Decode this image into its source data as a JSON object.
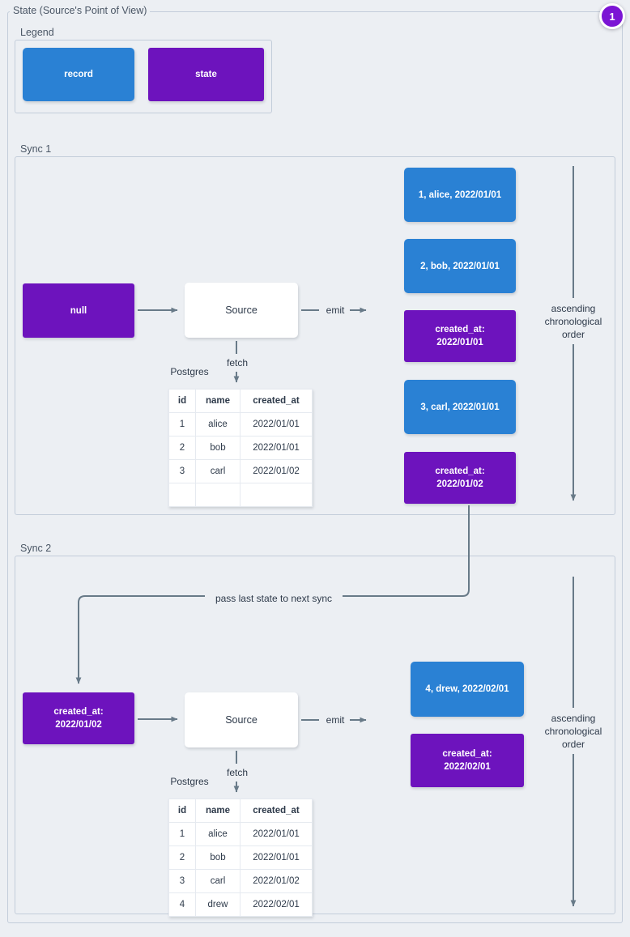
{
  "badge": {
    "label": "1",
    "color": "#7b14d4"
  },
  "colors": {
    "record": "#2a81d4",
    "state": "#6d13bd",
    "background": "#eceff3",
    "frame_border": "#c3cdda",
    "edge": "#687a88",
    "text": "#2e3a4a"
  },
  "root": {
    "title": "State (Source's Point of View)"
  },
  "legend": {
    "title": "Legend",
    "items": [
      {
        "label": "record",
        "kind": "record"
      },
      {
        "label": "state",
        "kind": "state"
      }
    ]
  },
  "sync1": {
    "title": "Sync 1",
    "state_in": "null",
    "source": "Source",
    "emit_label": "emit",
    "fetch_label": "fetch",
    "db_label": "Postgres",
    "order_label": "ascending\nchronological\norder",
    "table": {
      "headers": [
        "id",
        "name",
        "created_at"
      ],
      "rows": [
        [
          "1",
          "alice",
          "2022/01/01"
        ],
        [
          "2",
          "bob",
          "2022/01/01"
        ],
        [
          "3",
          "carl",
          "2022/01/02"
        ],
        [
          "",
          "",
          ""
        ]
      ]
    },
    "emitted": [
      {
        "kind": "record",
        "text": "1, alice, 2022/01/01"
      },
      {
        "kind": "record",
        "text": "2, bob, 2022/01/01"
      },
      {
        "kind": "state",
        "text": "created_at:\n2022/01/01"
      },
      {
        "kind": "record",
        "text": "3, carl, 2022/01/01"
      },
      {
        "kind": "state",
        "text": "created_at:\n2022/01/02"
      }
    ]
  },
  "sync2": {
    "title": "Sync 2",
    "state_in": "created_at:\n2022/01/02",
    "source": "Source",
    "emit_label": "emit",
    "fetch_label": "fetch",
    "db_label": "Postgres",
    "order_label": "ascending\nchronological\norder",
    "pass_state_label": "pass last state to next sync",
    "table": {
      "headers": [
        "id",
        "name",
        "created_at"
      ],
      "rows": [
        [
          "1",
          "alice",
          "2022/01/01"
        ],
        [
          "2",
          "bob",
          "2022/01/01"
        ],
        [
          "3",
          "carl",
          "2022/01/02"
        ],
        [
          "4",
          "drew",
          "2022/02/01"
        ]
      ]
    },
    "emitted": [
      {
        "kind": "record",
        "text": "4, drew, 2022/02/01"
      },
      {
        "kind": "state",
        "text": "created_at:\n2022/02/01"
      }
    ]
  }
}
